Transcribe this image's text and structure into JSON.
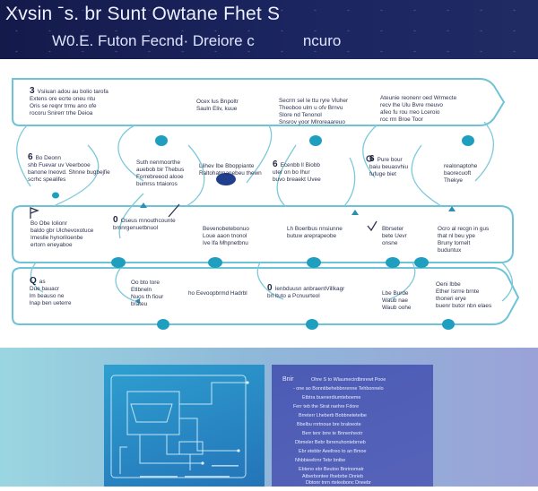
{
  "header": {
    "title": "Xvsin ˉs. br Sunt  Owtane Fhet S",
    "subtitle": "W0.E. Futon Fecnd· Dreiore  c",
    "subtitle_tail": "ncuro"
  },
  "cards": [
    {
      "id": "r1c1",
      "number": "3",
      "text": "Vsiiuan adou au bolio tarofa\nExtens ore ecrte oneu ntu\nOris se reqnr trmu ano ofe\nrocoru Snirerr trhe Deioa"
    },
    {
      "id": "r1c2",
      "number": "",
      "text": "Ocex lus Bnpoltr\nSauln Eliv, kuue"
    },
    {
      "id": "r1c3",
      "number": "",
      "text": "Secrm sel le ttu ryre Vluher\nTheoboo ulm u ofv Brnvu\nSlore nd Tenonol\nSnsrov yoor Mlroreaareuo"
    },
    {
      "id": "r1c4",
      "number": "",
      "text": "Ateunie reonenr oed Wrmecte\nrecv lhe Ulu Bvre rneuvo\nafeo fu rou rreo Lceroio\nroc rrn Broe Toor"
    },
    {
      "id": "r2c1",
      "number": "6",
      "text": "Bo Deonn\nshb Fuevar uv Veerbooe\nbanone lneovd. Shnne bugbejfie\nscrhc spealifes"
    },
    {
      "id": "r2c2",
      "number": "",
      "text": "Suth nenmoorthe\nauebob bir Thebus\nForrebreeod alooe\nbumrss trtaioros"
    },
    {
      "id": "r2c3",
      "number": "",
      "text": "Llihev Ibe Bboppiante\nRaltohatrnanebeu thewn"
    },
    {
      "id": "r2c4",
      "number": "6",
      "text": "Ecenbb ll Biobb\nuter on bo Ihur\nbuvo breaekt Uvee"
    },
    {
      "id": "r2c5",
      "number": "6",
      "text": "Pure bour\nbaiu beuasvhiu\nfufuge biet"
    },
    {
      "id": "r2c6",
      "number": "",
      "text": "realonaptohe\nbaorecuoft\nThekye"
    },
    {
      "id": "r3c1",
      "number": "",
      "text": "Bo Obe Iolionr\nbaldo gbr Ulchevoxotuce\nImeslle hynoriloenbe\nertorn eneyaboe"
    },
    {
      "id": "r3c2",
      "number": "0",
      "text": "Oseus rnnouthcounte\nbrnnrgenuetbnuol"
    },
    {
      "id": "r3c3",
      "number": "",
      "text": "Bevenobetebonuo\nLoue aaon tnonol\nIve lfa Mhpnetbnu"
    },
    {
      "id": "r3c4",
      "number": "",
      "text": "Lh Boerlbus nnsiunne\nbutuw areprapeobe"
    },
    {
      "id": "r3c5",
      "number": "",
      "text": "Bbrseter\nbete Uevr\nonsne"
    },
    {
      "id": "r3c6",
      "number": "",
      "text": "Ocro al recgn in gus\nthat nl beu ype\nBruny tornelt\nbuduntux"
    },
    {
      "id": "r4c1",
      "number": "Q",
      "text": "as\nDue bauacr\nlm beauso ne\nlnap ben ueterre"
    },
    {
      "id": "r4c2",
      "number": "",
      "text": "Oo bto tore\nEtlbneln\nNuos th fiour\nbrateu"
    },
    {
      "id": "r4c3",
      "number": "",
      "text": "ho Eevoopbrmd Hadrbl"
    },
    {
      "id": "r4c4",
      "number": "0",
      "text": "Ienbduusn anbraentVillkagr\nbrl ltuto a Pcnuurteol"
    },
    {
      "id": "r4c5",
      "number": "",
      "text": "Lbe Burde\nWaub nae\nWaub oohe"
    },
    {
      "id": "r4c6",
      "number": "",
      "text": "Oeni Ibbe\nEther Isrrre brnte\nthoneri erye\nbuenr butor nbn elaes"
    }
  ],
  "bottom_panel": {
    "heading": "Bnir",
    "lines": [
      "Ohre S to Wlaumecirdbnrewt Pooe",
      "- one ao Bonntibehebbnrenne Tehbonnelo",
      "Etbtra    buenerdiumteboeme",
      "Ferr teb the Sirat raehre Fdore",
      "Brreterr Lheberb Bobbneteteibe",
      "Bbelbu rnrtnoue bre braloeote",
      "Berr tenr     brre te Bnnenheotr",
      "Dbmeler   Bebr lbrrenuhontebrneb",
      "Ebr etebbr    Aeeltreo to an Bmoe",
      "Nhbbieeltrnr   Tebr bntbe",
      "Ebteno ebr Beutoo   Bnrinomatr",
      "Atberbontee Ifoebrbe Dnrieb",
      "Dbtonr tnrn  rteleobonc Dneebr"
    ]
  },
  "colors": {
    "header_bg": "#1b2560",
    "connector": "#6fc3d6",
    "node_teal": "#1f9fbf",
    "node_navy": "#203f8f",
    "panel_left": "#2e8ec7",
    "panel_right": "#5160b6"
  }
}
